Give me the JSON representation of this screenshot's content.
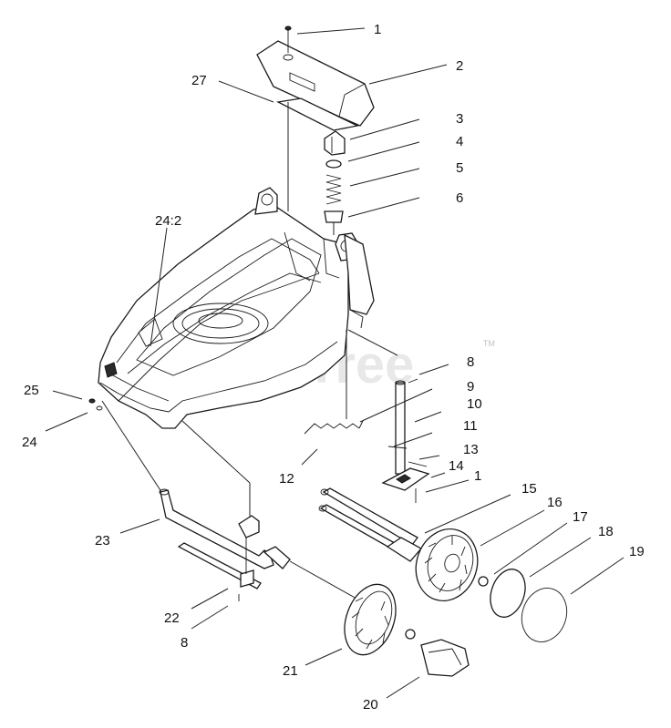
{
  "watermark": "PartsTree",
  "watermark_tm": "TM",
  "callouts": [
    {
      "label": "1"
    },
    {
      "label": "2"
    },
    {
      "label": "27"
    },
    {
      "label": "3"
    },
    {
      "label": "4"
    },
    {
      "label": "5"
    },
    {
      "label": "6"
    },
    {
      "label": "24:2"
    },
    {
      "label": "8"
    },
    {
      "label": "25"
    },
    {
      "label": "9"
    },
    {
      "label": "10"
    },
    {
      "label": "24"
    },
    {
      "label": "11"
    },
    {
      "label": "13"
    },
    {
      "label": "14"
    },
    {
      "label": "1"
    },
    {
      "label": "12"
    },
    {
      "label": "15"
    },
    {
      "label": "16"
    },
    {
      "label": "17"
    },
    {
      "label": "18"
    },
    {
      "label": "19"
    },
    {
      "label": "23"
    },
    {
      "label": "22"
    },
    {
      "label": "8"
    },
    {
      "label": "21"
    },
    {
      "label": "20"
    }
  ]
}
